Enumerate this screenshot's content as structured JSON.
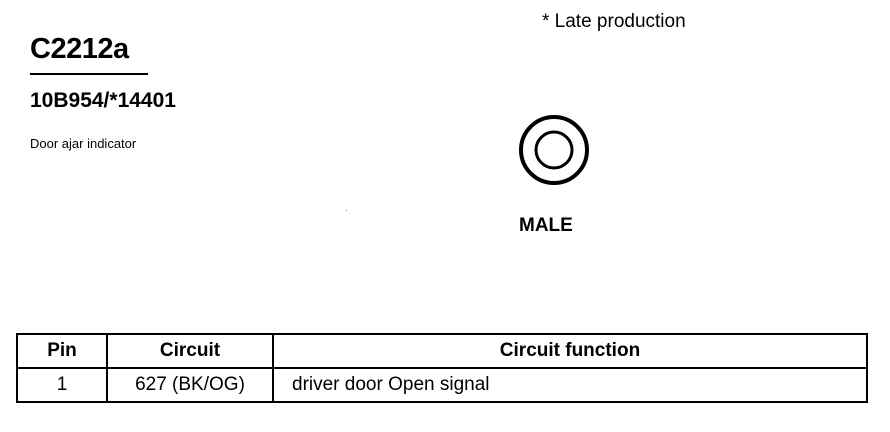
{
  "connector": {
    "id": "C2212a",
    "part_number": "10B954/*14401",
    "description": "Door ajar indicator",
    "note": "* Late production",
    "gender": "MALE",
    "icon": "connector-face-icon"
  },
  "pin_table": {
    "headers": [
      "Pin",
      "Circuit",
      "Circuit function"
    ],
    "rows": [
      {
        "pin": "1",
        "circuit": "627 (BK/OG)",
        "function": "driver door Open signal"
      }
    ]
  }
}
